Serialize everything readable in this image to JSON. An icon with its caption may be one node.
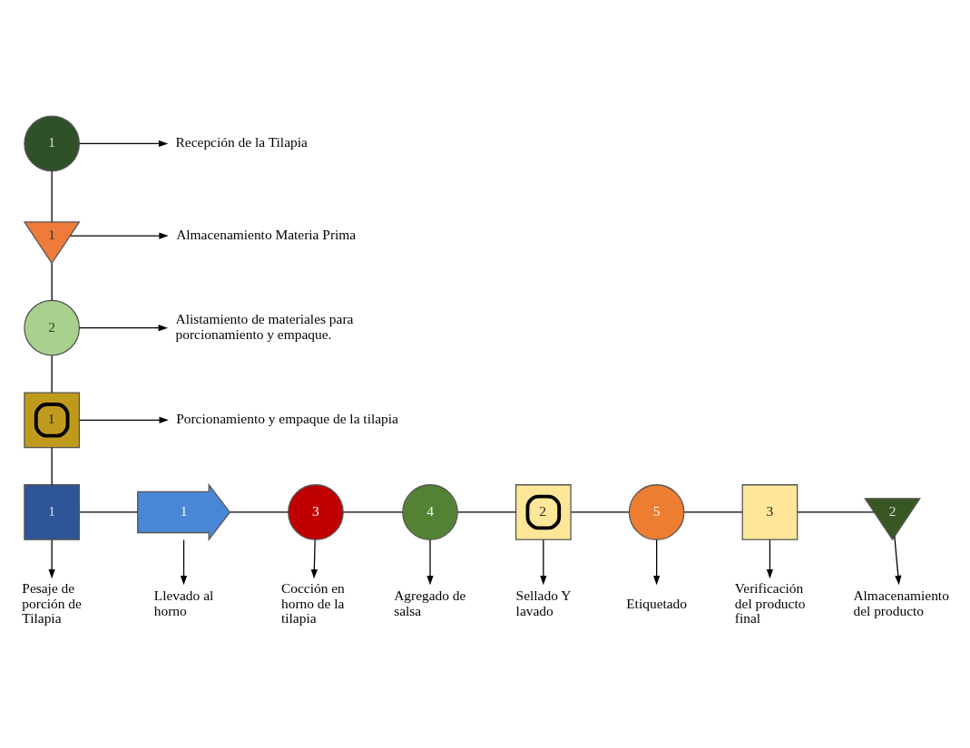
{
  "diagram": {
    "nodes": [
      {
        "text": [
          "1"
        ]
      },
      {
        "text": [
          "Recepción de la Tilapia"
        ]
      },
      {
        "text": [
          "1"
        ]
      },
      {
        "text": [
          "Almacenamiento Materia Prima"
        ]
      },
      {
        "text": [
          "2"
        ]
      },
      {
        "text": [
          "Alistamiento de materiales para porcionamiento y empaque."
        ]
      },
      {
        "text": [
          "1"
        ]
      },
      {
        "text": [
          "Porcionamiento y empaque de la tilapia"
        ]
      },
      {
        "text": [
          "1"
        ]
      },
      {
        "text": [
          "1"
        ]
      },
      {
        "text": [
          "3"
        ]
      },
      {
        "text": [
          "4"
        ]
      },
      {
        "text": [
          "2"
        ]
      },
      {
        "text": [
          "5"
        ]
      },
      {
        "text": [
          "3"
        ]
      },
      {
        "text": [
          "2"
        ]
      },
      {
        "text": [
          "Pesaje de porción de Tilapia"
        ]
      },
      {
        "text": [
          "Llevado al horno"
        ]
      },
      {
        "text": [
          "Cocción en horno de la tilapia"
        ]
      },
      {
        "text": [
          "Agregado de salsa"
        ]
      },
      {
        "text": [
          "Sellado Y lavado"
        ]
      },
      {
        "text": [
          "Etiquetado"
        ]
      },
      {
        "text": [
          "Verificación del producto final"
        ]
      },
      {
        "text": [
          "Almacenamiento del producto"
        ]
      }
    ],
    "edges": [
      {
        "from": 0,
        "to": 1,
        "arrow": "to"
      },
      {
        "from": 2,
        "to": 3,
        "arrow": "to"
      },
      {
        "from": 4,
        "to": 5,
        "arrow": "to"
      },
      {
        "from": 6,
        "to": 7,
        "arrow": "to"
      },
      {
        "from": 0,
        "to": 2,
        "arrow": "none"
      },
      {
        "from": 2,
        "to": 4,
        "arrow": "none"
      },
      {
        "from": 4,
        "to": 6,
        "arrow": "none"
      },
      {
        "from": 6,
        "to": 8,
        "arrow": "none"
      },
      {
        "from": 8,
        "to": 9,
        "arrow": "none"
      },
      {
        "from": 9,
        "to": 10,
        "arrow": "none"
      },
      {
        "from": 10,
        "to": 11,
        "arrow": "none"
      },
      {
        "from": 11,
        "to": 12,
        "arrow": "none"
      },
      {
        "from": 12,
        "to": 13,
        "arrow": "none"
      },
      {
        "from": 13,
        "to": 14,
        "arrow": "none"
      },
      {
        "from": 14,
        "to": 15,
        "arrow": "none"
      },
      {
        "from": 8,
        "to": 16,
        "arrow": "to"
      },
      {
        "from": 9,
        "to": 17,
        "arrow": "to"
      },
      {
        "from": 10,
        "to": 18,
        "arrow": "to"
      },
      {
        "from": 11,
        "to": 19,
        "arrow": "to"
      },
      {
        "from": 12,
        "to": 20,
        "arrow": "to"
      },
      {
        "from": 13,
        "to": 21,
        "arrow": "to"
      },
      {
        "from": 14,
        "to": 22,
        "arrow": "to"
      },
      {
        "from": 15,
        "to": 23,
        "arrow": "to"
      }
    ]
  }
}
